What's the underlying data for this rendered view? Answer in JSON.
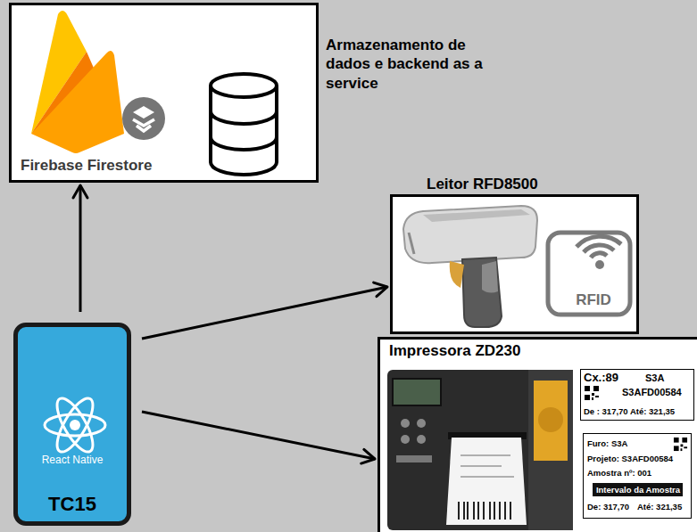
{
  "diagram": {
    "nodes": [
      {
        "text": [
          "Firebase Firestore",
          "Armazenamento de dados e backend as a service"
        ]
      },
      {
        "text": [
          "Leitor RFD8500"
        ]
      },
      {
        "text": [
          "Impressora ZD230"
        ]
      },
      {
        "text": [
          "Cx.:89",
          "S3A",
          "S3AFD00584",
          "De : 317,70 Até: 321,35"
        ],
        "in": 2
      },
      {
        "text": [
          "Furo: S3A",
          "Projeto: S3AFD00584",
          "Amostra nº: 001",
          "Intervalo da Amostra",
          "De: 317,70",
          "Até: 321,35"
        ],
        "in": 2
      },
      {
        "text": [
          "React Native",
          "TC15"
        ]
      }
    ],
    "edges": [
      {
        "from": 5,
        "to": 0,
        "arrow": "to"
      },
      {
        "from": 5,
        "to": 1,
        "arrow": "to"
      },
      {
        "from": 5,
        "to": 2,
        "arrow": "to"
      }
    ],
    "labels": [
      "RFID"
    ]
  }
}
